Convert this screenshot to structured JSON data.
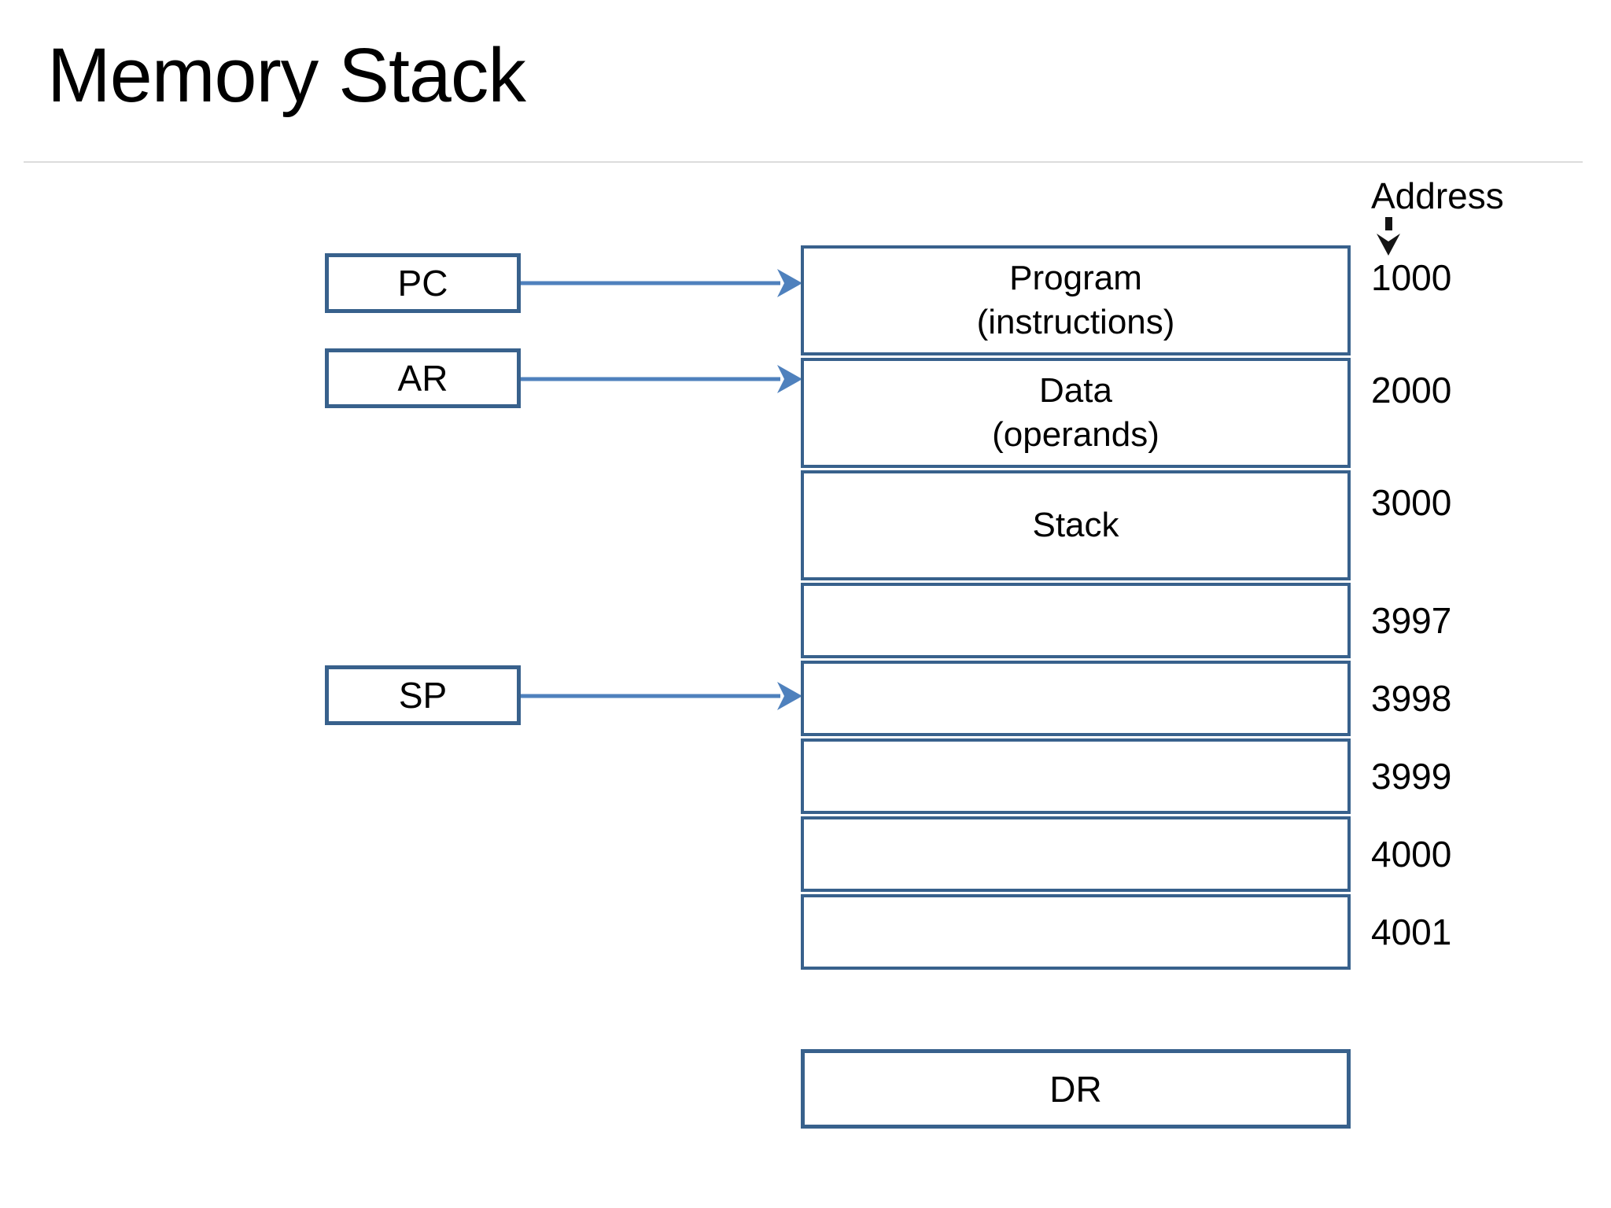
{
  "slide": {
    "title": "Memory Stack"
  },
  "address_column": {
    "header": "Address"
  },
  "registers": [
    {
      "label": "PC",
      "points_to_address": "1000"
    },
    {
      "label": "AR",
      "points_to_address": "2000"
    },
    {
      "label": "SP",
      "points_to_address": "3998"
    }
  ],
  "memory": {
    "rows": [
      {
        "label": "Program\n(instructions)",
        "address": "1000"
      },
      {
        "label": "Data\n(operands)",
        "address": "2000"
      },
      {
        "label": "Stack",
        "address": "3000"
      },
      {
        "label": "",
        "address": "3997"
      },
      {
        "label": "",
        "address": "3998"
      },
      {
        "label": "",
        "address": "3999"
      },
      {
        "label": "",
        "address": "4000"
      },
      {
        "label": "",
        "address": "4001"
      }
    ]
  },
  "data_register": {
    "label": "DR"
  },
  "colors": {
    "box_border": "#38618C",
    "arrow": "#4F81BD",
    "divider": "#DCDCDC",
    "text": "#000000"
  }
}
